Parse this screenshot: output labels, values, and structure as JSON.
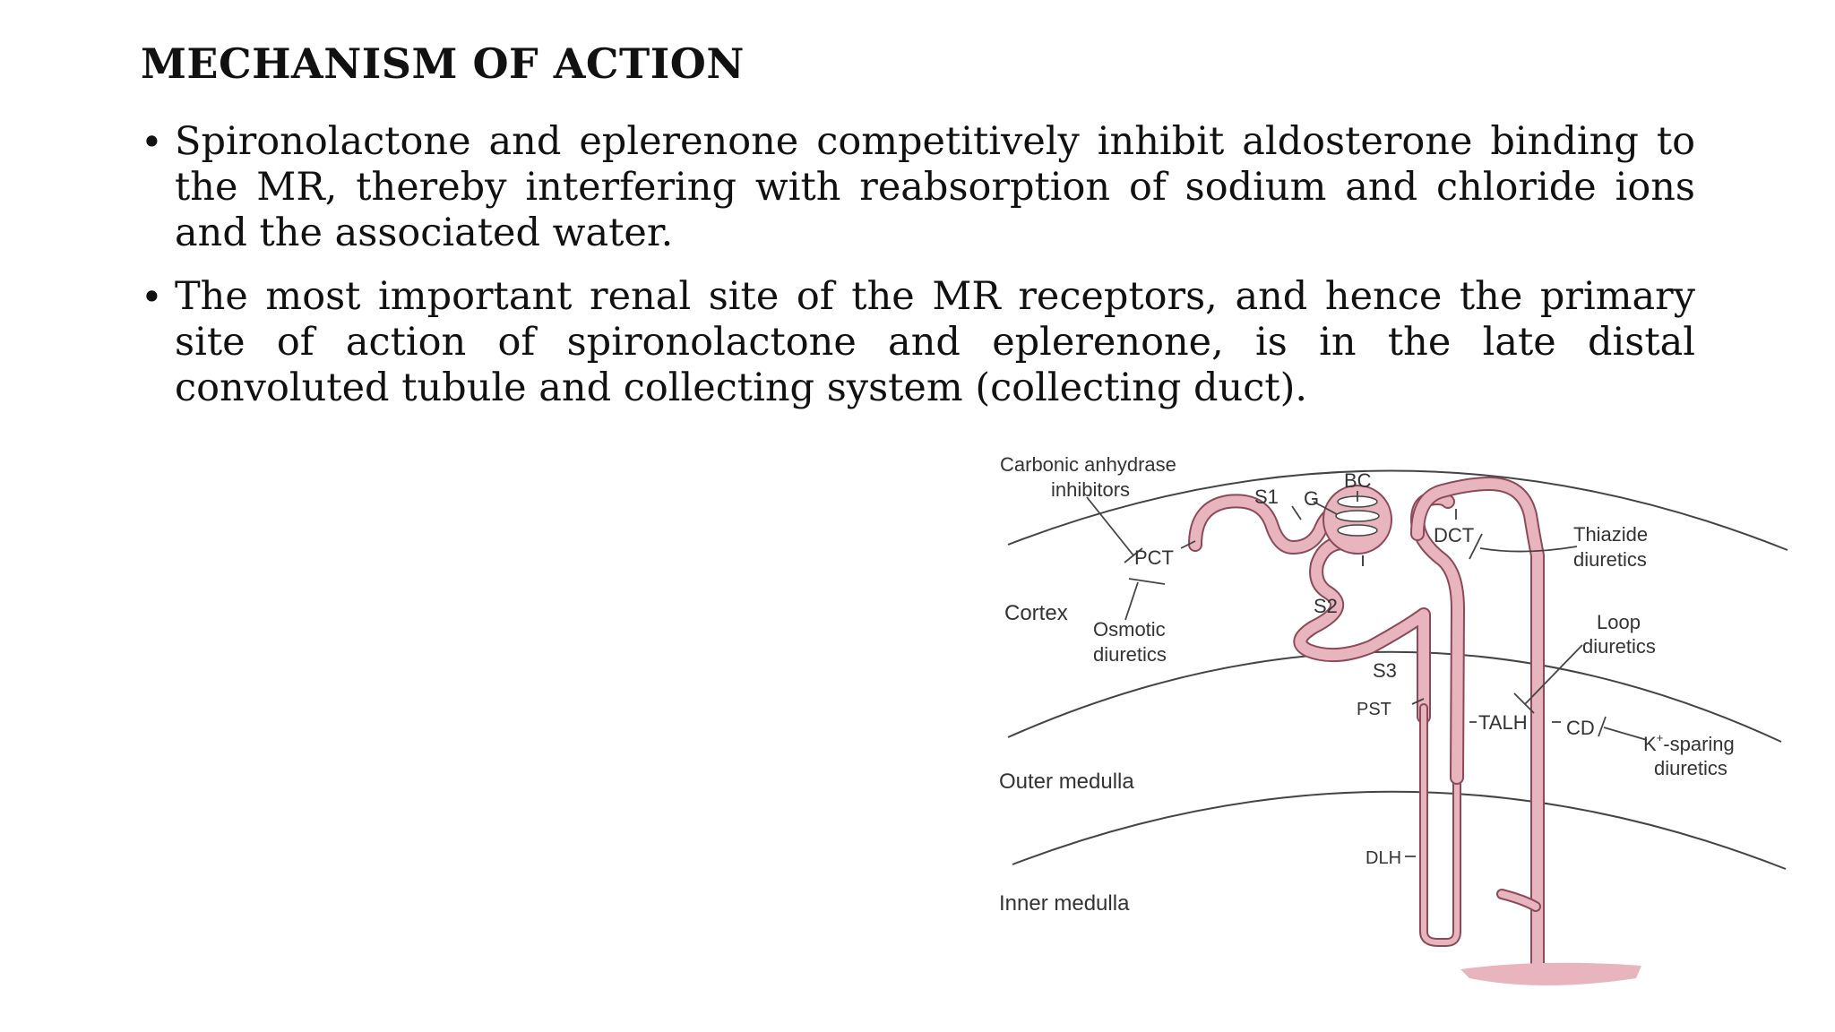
{
  "slide": {
    "title": "MECHANISM OF ACTION",
    "bullets": [
      "Spironolactone and eplerenone competitively inhibit aldosterone binding to the MR, thereby interfering with reabsorption of sodium and chloride ions and the associated water.",
      "The most important renal site of the MR receptors, and hence the primary site of action of spironolactone and eplerenone, is in the late distal convoluted tubule and collecting system (collecting duct)."
    ],
    "bullet_symbol": "•"
  },
  "diagram": {
    "zones": {
      "cortex": "Cortex",
      "outer_medulla": "Outer medulla",
      "inner_medulla": "Inner medulla"
    },
    "segments": {
      "s1": "S1",
      "g": "G",
      "bc": "BC",
      "pct": "PCT",
      "dct": "DCT",
      "s2": "S2",
      "s3": "S3",
      "pst": "PST",
      "talh": "TALH",
      "cd": "CD",
      "dlh": "DLH"
    },
    "drugs": {
      "carbonic_line1": "Carbonic anhydrase",
      "carbonic_line2": "inhibitors",
      "osmotic_line1": "Osmotic",
      "osmotic_line2": "diuretics",
      "thiazide_line1": "Thiazide",
      "thiazide_line2": "diuretics",
      "loop_line1": "Loop",
      "loop_line2": "diuretics",
      "ksparing_k": "K",
      "ksparing_sup": "+",
      "ksparing_rest": "-sparing",
      "ksparing_line2": "diuretics"
    },
    "colors": {
      "tubule_fill": "#e8b4be",
      "tubule_stroke": "#8a4a58",
      "line": "#444444"
    }
  }
}
